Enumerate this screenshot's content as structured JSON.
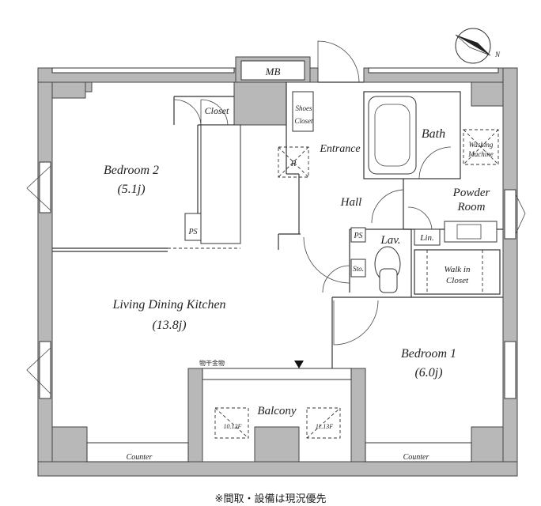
{
  "rooms": {
    "mb": "MB",
    "closet": "Closet",
    "shoes_closet_1": "Shoes",
    "shoes_closet_2": "Closet",
    "entrance": "Entrance",
    "bath": "Bath",
    "washing_1": "Washing",
    "washing_2": "Machine",
    "bedroom2_name": "Bedroom 2",
    "bedroom2_size": "(5.1j)",
    "hall": "Hall",
    "powder_1": "Powder",
    "powder_2": "Room",
    "lav": "Lav.",
    "lin": "Lin.",
    "ps_1": "PS",
    "ps_2": "PS",
    "sto": "Sto.",
    "walkin_1": "Walk in",
    "walkin_2": "Closet",
    "ldk_name": "Living Dining Kitchen",
    "ldk_size": "(13.8j)",
    "bedroom1_name": "Bedroom 1",
    "bedroom1_size": "(6.0j)",
    "balcony": "Balcony",
    "balcony_unit_left": "10.12F",
    "balcony_unit_right": "11.13F",
    "laundry_hardware": "物干金物",
    "counter_left": "Counter",
    "counter_right": "Counter",
    "compass_n": "N",
    "r_mark": "R"
  },
  "footer": {
    "note": "※間取・設備は現況優先"
  }
}
